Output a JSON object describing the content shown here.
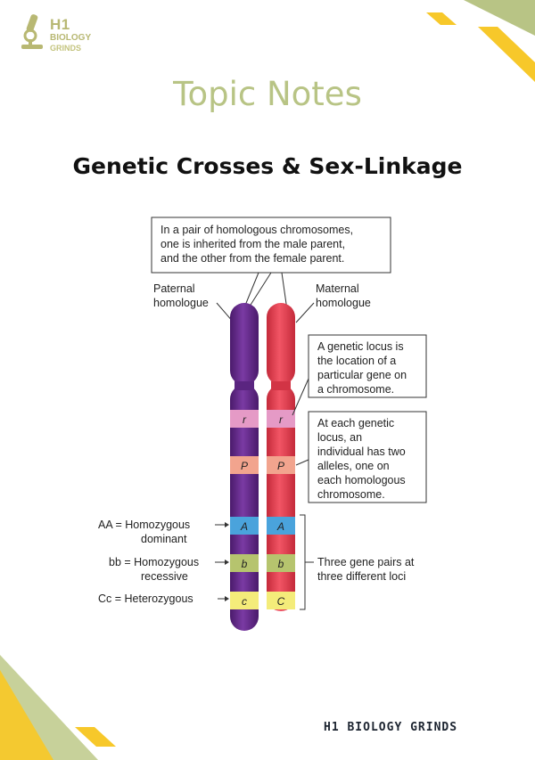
{
  "brand": {
    "logo_h1": "H1",
    "logo_biology": "BIOLOGY",
    "logo_grinds": "GRINDS",
    "footer": "H1 BIOLOGY GRINDS",
    "accent_olive": "#b8c485",
    "accent_yellow": "#f7c82a"
  },
  "header": {
    "topic": "Topic Notes",
    "title": "Genetic Crosses & Sex-Linkage"
  },
  "diagram": {
    "top_box": [
      "In a pair of homologous chromosomes,",
      "one is inherited from the male parent,",
      "and the other from the female parent."
    ],
    "paternal_label": [
      "Paternal",
      "homologue"
    ],
    "maternal_label": [
      "Maternal",
      "homologue"
    ],
    "locus_box": [
      "A genetic locus is",
      "the location of a",
      "particular gene on",
      "a chromosome."
    ],
    "alleles_box": [
      "At each genetic",
      "locus, an",
      "individual has two",
      "alleles, one on",
      "each homologous",
      "chromosome."
    ],
    "left_labels": {
      "aa": [
        "AA = Homozygous",
        "dominant"
      ],
      "bb": [
        "bb = Homozygous",
        "recessive"
      ],
      "cc": [
        "Cc = Heterozygous"
      ]
    },
    "right_bracket_label": [
      "Three gene pairs at",
      "three different loci"
    ],
    "bands": {
      "r_left": "r",
      "r_right": "r",
      "p_left": "P",
      "p_right": "P",
      "a_left": "A",
      "a_right": "A",
      "b_left": "b",
      "b_right": "b",
      "c_left": "c",
      "c_right": "C"
    },
    "colors": {
      "paternal": "#6a2d8f",
      "maternal": "#e8404f",
      "band_r": "#e59ac6",
      "band_p": "#f2a48e",
      "band_a": "#4aa3dc",
      "band_b": "#b6c46e",
      "band_c": "#f4ec7a"
    }
  }
}
